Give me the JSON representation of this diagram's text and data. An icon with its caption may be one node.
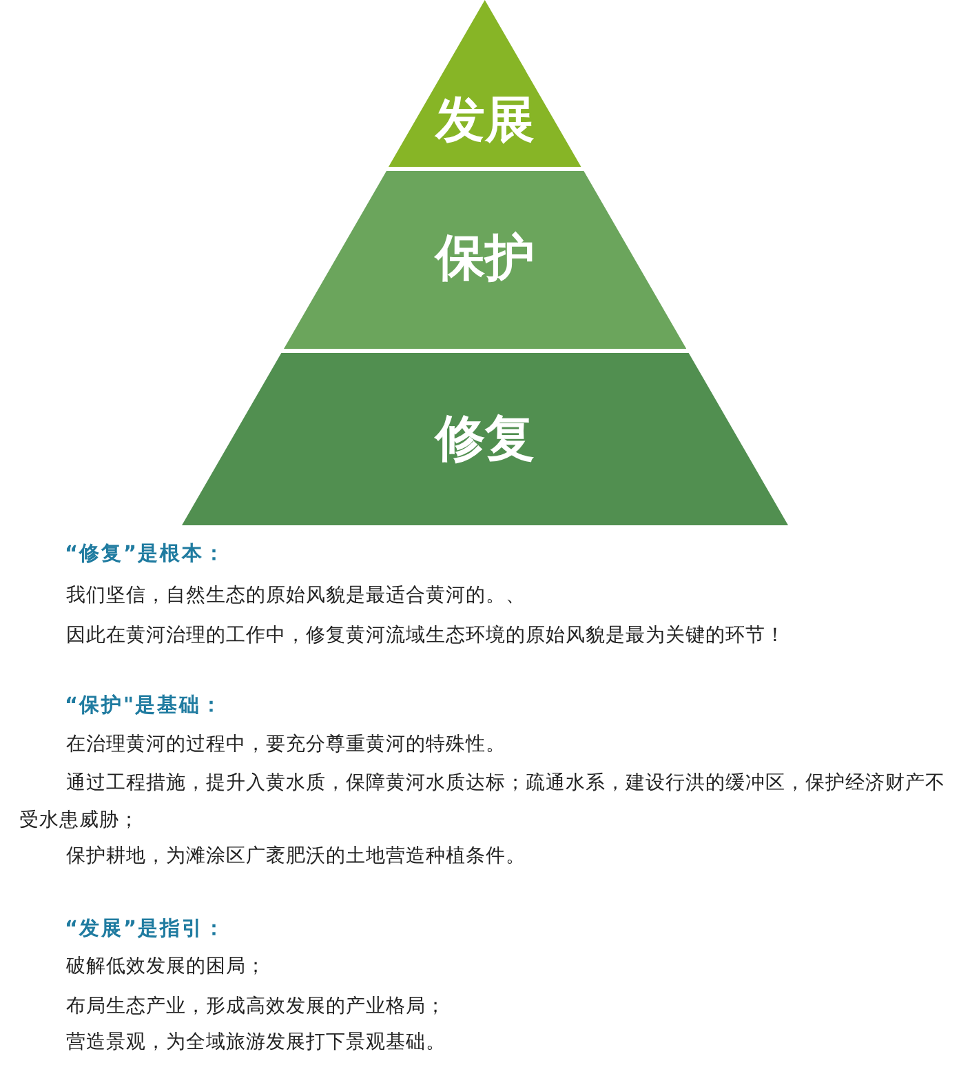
{
  "diagram": {
    "nodes": [
      {
        "text": [
          "发展"
        ]
      },
      {
        "text": [
          "保护"
        ]
      },
      {
        "text": [
          "修复"
        ]
      }
    ],
    "labels": [
      "“修复”是根本：",
      "我们坚信，自然生态的原始风貌是最适合黄河的。、",
      "因此在黄河治理的工作中，修复黄河流域生态环境的原始风貌是最为关键的环节！",
      "“保护\"是基础：",
      "在治理黄河的过程中，要充分尊重黄河的特殊性。",
      "通过工程措施，提升入黄水质，保障黄河水质达标；疏通水系，建设行洪的缓冲区，保护经济财产不受水患威胁；",
      "保护耕地，为滩涂区广袤肥沃的土地营造种植条件。",
      "“发展”是指引：",
      "破解低效发展的困局；",
      "布局生态产业，形成高效发展的产业格局；",
      "营造景观，为全域旅游发展打下景观基础。"
    ]
  }
}
